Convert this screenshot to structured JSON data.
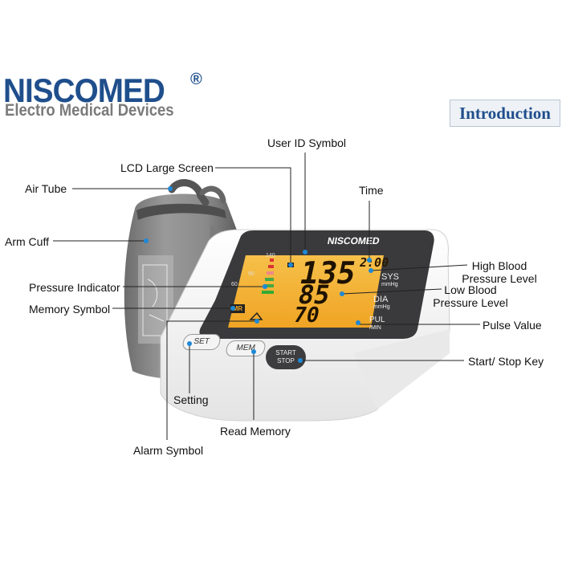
{
  "brand": {
    "name": "NISCOMED",
    "registered_mark": "®",
    "tagline": "Electro Medical Devices",
    "primary_color": "#1f4e8c",
    "secondary_color": "#7a7a7a"
  },
  "section_title": "Introduction",
  "device": {
    "logo": "NISCOMED",
    "screen": {
      "time": "2:00",
      "sys_value": "135",
      "dia_value": "85",
      "pulse_value": "70",
      "sys_label": "SYS",
      "sys_unit": "mmHg",
      "dia_label": "DIA",
      "dia_unit": "mmHg",
      "pul_label": "PUL",
      "pul_unit": "/MIN",
      "memory_badge": "MR",
      "scale_140": "140",
      "scale_90": "90",
      "scale_60": "60",
      "backlight_color": "#f3a92b"
    },
    "buttons": {
      "set": "SET",
      "mem": "MEM",
      "start_stop_line1": "START",
      "start_stop_line2": "STOP"
    }
  },
  "labels": {
    "user_id_symbol": "User ID Symbol",
    "lcd_large_screen": "LCD Large Screen",
    "air_tube": "Air Tube",
    "time": "Time",
    "arm_cuff": "Arm Cuff",
    "high_blood_pressure_line1": "High Blood",
    "high_blood_pressure_line2": "Pressure Level",
    "pressure_indicator": "Pressure Indicator",
    "low_blood_pressure_line1": "Low Blood",
    "low_blood_pressure_line2": "Pressure Level",
    "memory_symbol": "Memory Symbol",
    "pulse_value": "Pulse Value",
    "start_stop_key": "Start/ Stop Key",
    "setting": "Setting",
    "read_memory": "Read Memory",
    "alarm_symbol": "Alarm Symbol"
  }
}
